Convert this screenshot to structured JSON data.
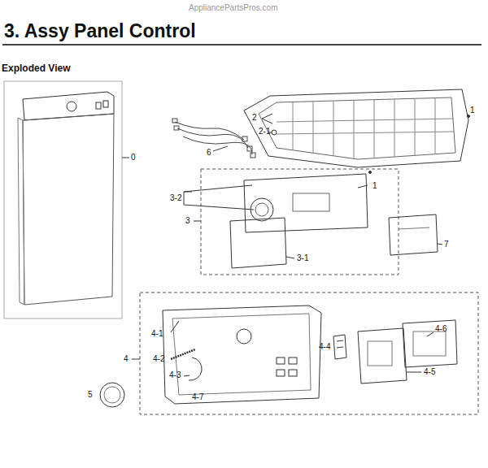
{
  "diagram": {
    "title": "3.  Assy Panel Control",
    "labels": [
      "AppliancePartsPros.com",
      "Exploded View",
      "0",
      "1",
      "2",
      "2-1",
      "6",
      "3-2",
      "3",
      "1",
      "3-1",
      "7",
      "4-1",
      "4",
      "4-2",
      "4-3",
      "4-7",
      "5",
      "4-4",
      "4-5",
      "4-6"
    ]
  }
}
